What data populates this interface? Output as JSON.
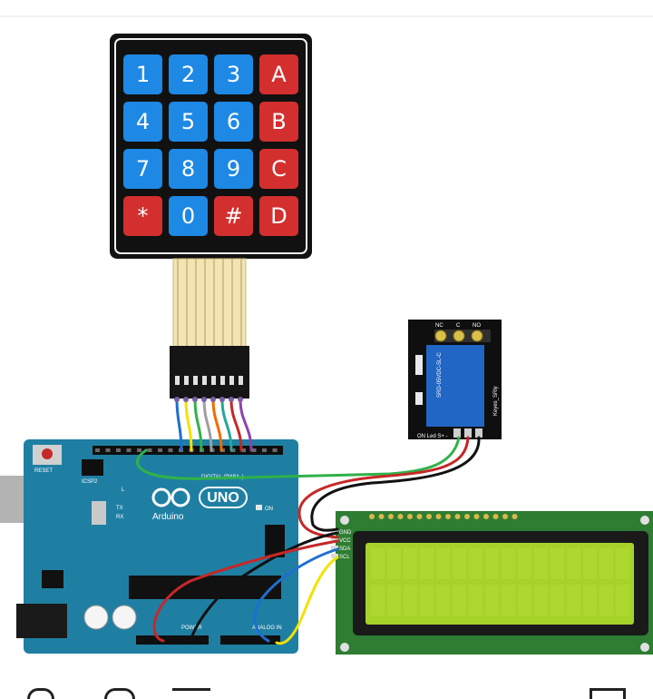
{
  "keypad": {
    "keys": [
      {
        "label": "1",
        "color": "#1e88e5"
      },
      {
        "label": "2",
        "color": "#1e88e5"
      },
      {
        "label": "3",
        "color": "#1e88e5"
      },
      {
        "label": "A",
        "color": "#d32f2f"
      },
      {
        "label": "4",
        "color": "#1e88e5"
      },
      {
        "label": "5",
        "color": "#1e88e5"
      },
      {
        "label": "6",
        "color": "#1e88e5"
      },
      {
        "label": "B",
        "color": "#d32f2f"
      },
      {
        "label": "7",
        "color": "#1e88e5"
      },
      {
        "label": "8",
        "color": "#1e88e5"
      },
      {
        "label": "9",
        "color": "#1e88e5"
      },
      {
        "label": "C",
        "color": "#d32f2f"
      },
      {
        "label": "*",
        "color": "#d32f2f"
      },
      {
        "label": "0",
        "color": "#1e88e5"
      },
      {
        "label": "#",
        "color": "#d32f2f"
      },
      {
        "label": "D",
        "color": "#d32f2f"
      }
    ]
  },
  "arduino": {
    "reset_label": "RESET",
    "icsp_label": "ICSP2",
    "digital_label": "DIGITAL (PWM~)",
    "uno_label": "UNO",
    "brand": "Arduino",
    "on_label": "ON",
    "l_label": "L",
    "tx_label": "TX",
    "rx_label": "RX",
    "power_label": "POWER",
    "analog_label": "ANALOG IN"
  },
  "relay": {
    "nc": "NC",
    "c": "C",
    "no": "NO",
    "model": "SRD-05VDC-SL-C",
    "brand": "Keyes_SRly",
    "footer": "ON Led S+ -"
  },
  "lcd": {
    "pins": [
      "GND",
      "VCC",
      "SDA",
      "SCL"
    ]
  },
  "colors": {
    "board": "#1f7fa3",
    "lcd_board": "#2e7d32",
    "lcd_screen": "#a6d22a",
    "wire_green": "#2fb24a",
    "wire_red": "#c62828",
    "wire_black": "#111111",
    "wire_blue": "#1e6fd1",
    "wire_yellow": "#f2e200"
  }
}
